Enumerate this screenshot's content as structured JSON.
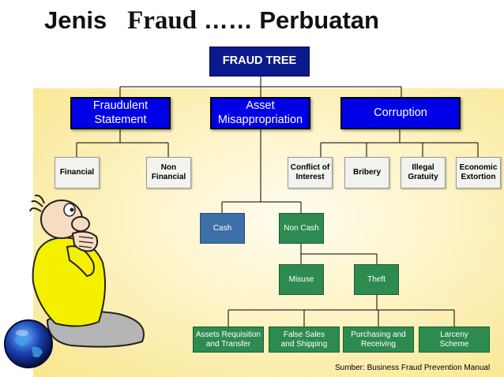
{
  "title": {
    "part1": "Jenis",
    "part2": "Fraud",
    "part3": "…… Perbuatan"
  },
  "tree": {
    "root": "FRAUD TREE",
    "categories": [
      {
        "label": "Fraudulent\nStatement"
      },
      {
        "label": "Asset\nMisappropriation"
      },
      {
        "label": "Corruption"
      }
    ],
    "statement_children": [
      "Financial",
      "Non\nFinancial"
    ],
    "corruption_children": [
      "Conflict of\nInterest",
      "Bribery",
      "Illegal\nGratuity",
      "Economic\nExtortion"
    ],
    "asset_children": [
      "Cash",
      "Non Cash"
    ],
    "noncash_children": [
      "Misuse",
      "Theft"
    ],
    "theft_children": [
      "Assets Requisition\nand Transfer",
      "False Sales\nand Shipping",
      "Purchasing and\nReceiving",
      "Larceny\nScheme"
    ]
  },
  "source": "Sumber: Business Fraud Prevention Manual",
  "icons": {
    "globe": "globe-icon",
    "figure": "thinking-person-illustration"
  },
  "colors": {
    "root": "#0b1a8c",
    "category": "#0000e6",
    "leaf": "#f2f2ef",
    "cash": "#3d6fa8",
    "noncash": "#2e8b50",
    "background": "#f8e68e"
  }
}
